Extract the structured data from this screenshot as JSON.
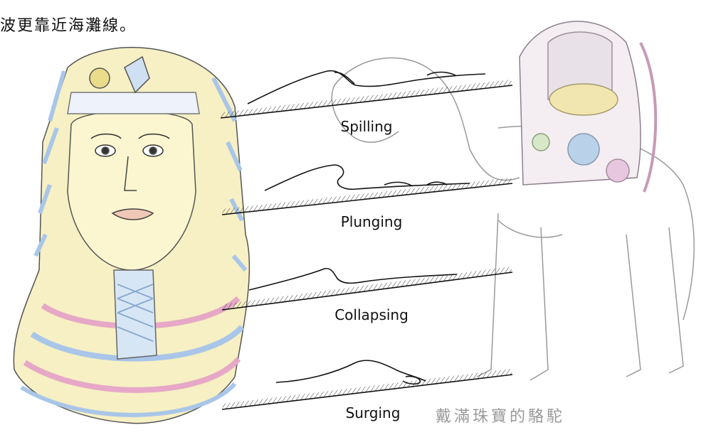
{
  "caption_top": "波更靠近海灘線。",
  "waves": [
    {
      "label": "Spilling"
    },
    {
      "label": "Plunging"
    },
    {
      "label": "Collapsing"
    },
    {
      "label": "Surging"
    }
  ],
  "camel_caption": "戴滿珠寶的駱駝",
  "colors": {
    "stroke": "#111111",
    "pharaoh_yellow": "#f3eaa0",
    "pharaoh_blue": "#a9c6e8",
    "pharaoh_pink": "#e6a8c6",
    "camel_sketch": "#9a9a9a"
  }
}
